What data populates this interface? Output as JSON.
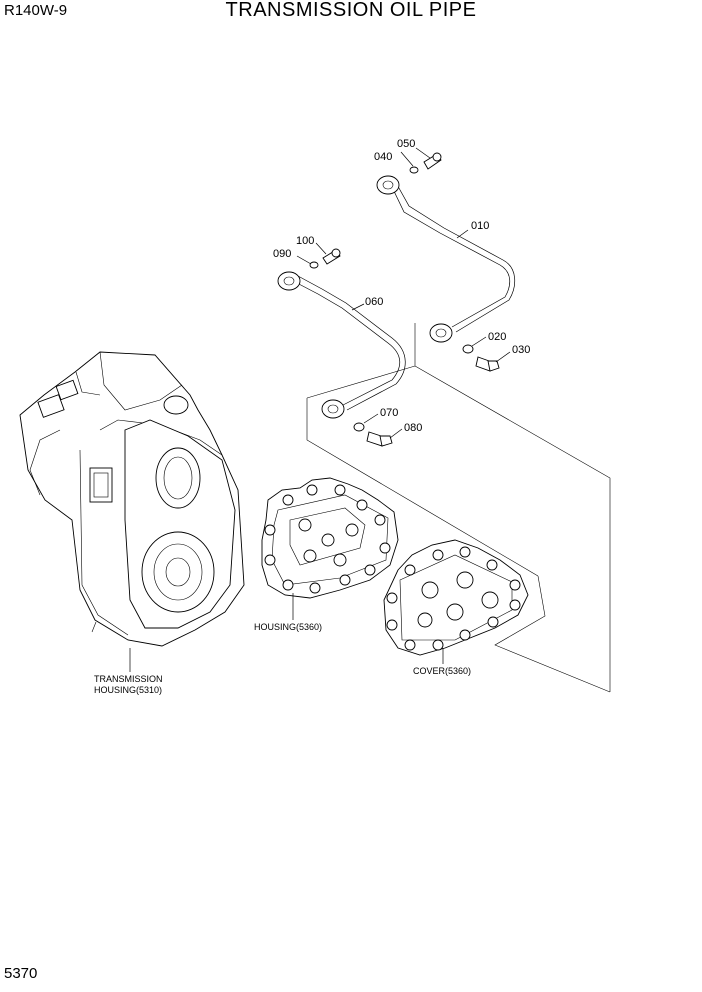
{
  "header": {
    "model": "R140W-9",
    "title": "TRANSMISSION OIL PIPE"
  },
  "footer": {
    "page_number": "5370"
  },
  "callouts": {
    "c010": "010",
    "c020": "020",
    "c030": "030",
    "c040": "040",
    "c050": "050",
    "c060": "060",
    "c070": "070",
    "c080": "080",
    "c090": "090",
    "c100": "100"
  },
  "components": {
    "housing": "HOUSING(5360)",
    "cover": "COVER(5360)",
    "trans_line1": "TRANSMISSION",
    "trans_line2": "HOUSING(5310)"
  }
}
